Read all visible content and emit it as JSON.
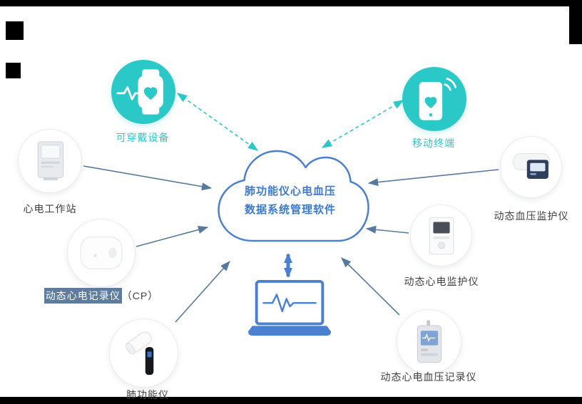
{
  "cloud": {
    "line1": "肺功能仪心电血压",
    "line2": "数据系统管理软件"
  },
  "nodes": {
    "wearable": {
      "label": "可穿戴设备",
      "icon": "smartwatch-heart-icon"
    },
    "mobile": {
      "label": "移动终端",
      "icon": "smartphone-heart-icon"
    },
    "ecg_workstation": {
      "label": "心电工作站",
      "icon": "ecg-workstation-device"
    },
    "holter_recorder_cp": {
      "label_highlight": "动态心电记录仪",
      "label_rest": "（CP）",
      "icon": "holter-recorder-device"
    },
    "spirometer": {
      "label": "肺功能仪",
      "icon": "spirometer-device"
    },
    "abp_monitor": {
      "label": "动态血压监护仪",
      "icon": "bp-monitor-device"
    },
    "holter_monitor": {
      "label": "动态心电监护仪",
      "icon": "holter-monitor-device"
    },
    "ecg_bp_recorder": {
      "label": "动态心电血压记录仪",
      "icon": "ecg-bp-recorder-device"
    }
  },
  "colors": {
    "teal": "#2BC8C8",
    "blue": "#4a80d2",
    "cloud_text": "#3d7ad0",
    "arrow": "#56799F",
    "label": "#404040",
    "highlight_bg": "#5E7D9E"
  }
}
